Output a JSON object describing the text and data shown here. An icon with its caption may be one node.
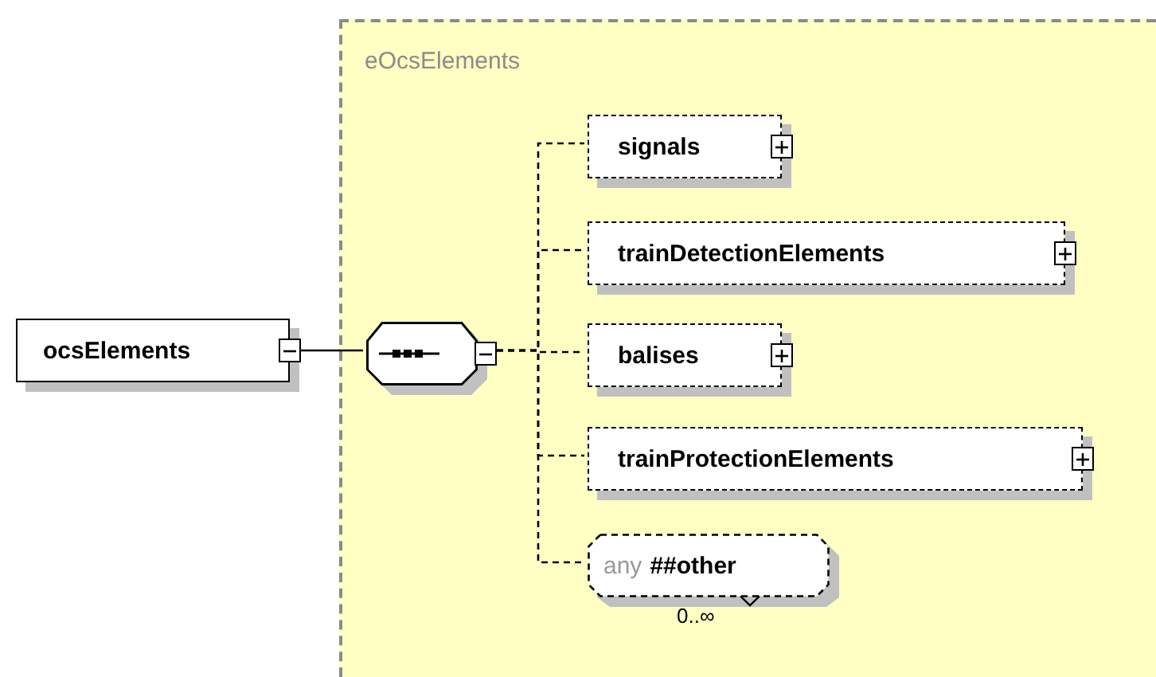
{
  "diagram": {
    "nodes": [
      {
        "text": [
          "eOcsElements"
        ]
      },
      {
        "text": [
          "ocsElements"
        ]
      },
      {
        "text": [],
        "shape": "octagon",
        "in": 0
      },
      {
        "text": [
          "signals"
        ],
        "in": 0
      },
      {
        "text": [
          "trainDetectionElements"
        ],
        "in": 0
      },
      {
        "text": [
          "balises"
        ],
        "in": 0
      },
      {
        "text": [
          "trainProtectionElements"
        ],
        "in": 0
      },
      {
        "text": [
          "any",
          "##other"
        ],
        "in": 0,
        "beside": [
          "0..∞"
        ]
      }
    ],
    "edges": [
      {
        "from": 1,
        "to": 2,
        "arrow": "none"
      },
      {
        "from": 2,
        "to": 3,
        "arrow": "none",
        "style": "dashed"
      },
      {
        "from": 2,
        "to": 4,
        "arrow": "none",
        "style": "dashed"
      },
      {
        "from": 2,
        "to": 5,
        "arrow": "none",
        "style": "dashed"
      },
      {
        "from": 2,
        "to": 6,
        "arrow": "none",
        "style": "dashed"
      },
      {
        "from": 2,
        "to": 7,
        "arrow": "none",
        "style": "dashed"
      }
    ]
  }
}
